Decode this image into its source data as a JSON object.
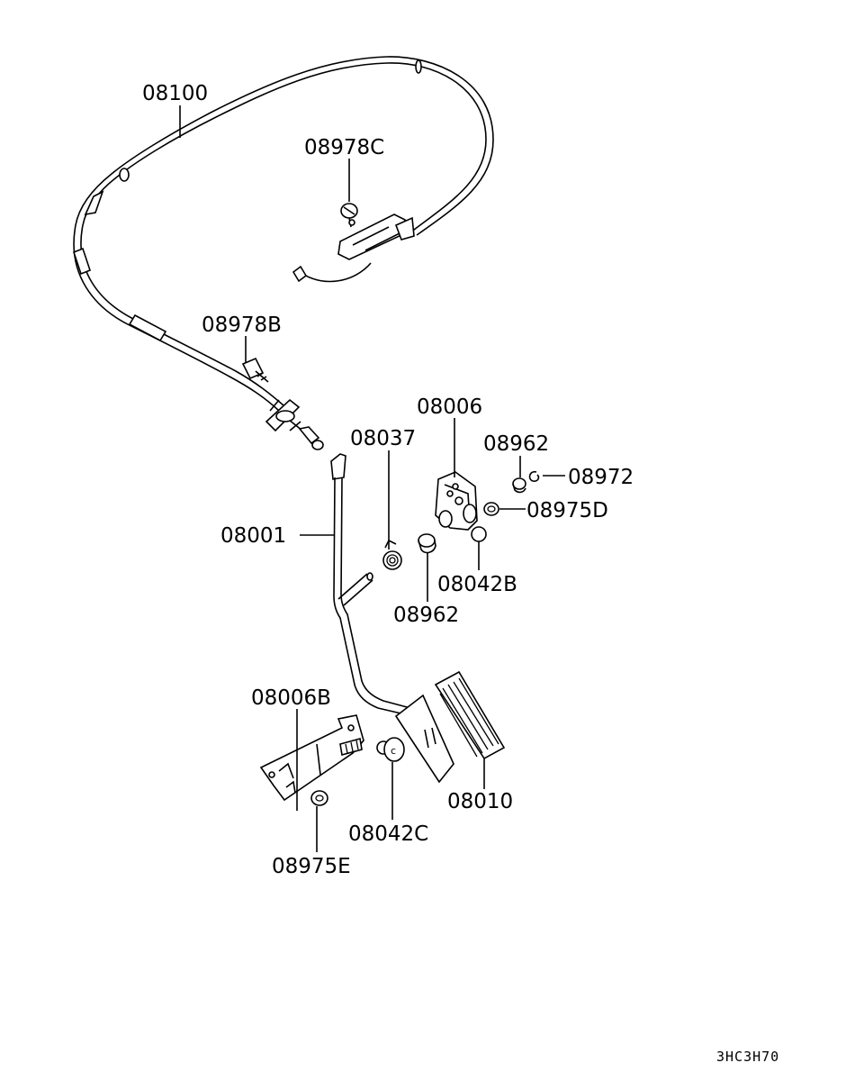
{
  "diagram": {
    "code": "3HC3H70",
    "callouts": {
      "c08100": "08100",
      "c08978C": "08978C",
      "c08978B": "08978B",
      "c08006": "08006",
      "c08037": "08037",
      "c08962_top": "08962",
      "c08972": "08972",
      "c08975D": "08975D",
      "c08001": "08001",
      "c08042B": "08042B",
      "c08962_bottom": "08962",
      "c08006B": "08006B",
      "c08010": "08010",
      "c08042C": "08042C",
      "c08975E": "08975E"
    }
  }
}
